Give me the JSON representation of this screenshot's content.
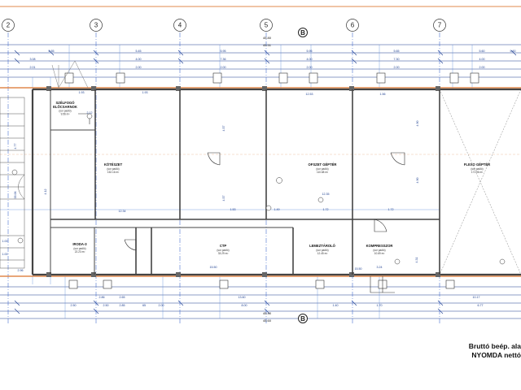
{
  "grid_axes": [
    "2",
    "3",
    "4",
    "5",
    "6",
    "7"
  ],
  "section_marks": [
    "B",
    "B"
  ],
  "rooms": [
    {
      "name": "SZÉLFOGÓ\nELŐCSARNOK",
      "area": "(sor padló)\n9.56 m²"
    },
    {
      "name": "KÖTÉSZET",
      "area": "(sor padló)\n152.16 m²"
    },
    {
      "name": "OFSZET GÉPTÉR",
      "area": "(sor padló)\n110.68 m²"
    },
    {
      "name": "FLEXO GÉPTÉR",
      "area": "(sor padló)\n171.96 m²"
    },
    {
      "name": "IRODA-3",
      "area": "(sor padló)\n22.23 m²"
    },
    {
      "name": "CTP",
      "area": "(sor padló)\n33.29 m²"
    },
    {
      "name": "LEMEZTÁROLÓ",
      "area": "(sor padló)\n12.45 m²"
    },
    {
      "name": "KOMPRESSZOR",
      "area": "(sor padló)\n10.69 m²"
    }
  ],
  "dims": {
    "top_overall": [
      "45.80",
      "45.51"
    ],
    "top_row1": [
      "5.65",
      "5.45",
      "5.95",
      "5.95",
      "5.65",
      "5.60",
      "5.60"
    ],
    "top_row2": [
      "3.08",
      "4.00",
      "7.36",
      "4.00",
      "7.30",
      "4.00"
    ],
    "top_row3": [
      "2.01",
      "2.00",
      "2.00",
      "2.00",
      "2.00",
      "2.00"
    ],
    "inner": [
      "1.93",
      "12.53",
      "1.93",
      "1.72",
      "1.72",
      "1.56",
      "1.53",
      "1.49",
      "12.34",
      "12.35",
      "4.12",
      "4.57",
      "4.57",
      "4.90",
      "4.90",
      "3.24",
      "4.31",
      "15.50",
      "15.50",
      "2.12",
      "2.96"
    ],
    "bottom_row1": [
      "2.86",
      "2.65",
      "13.60",
      "10.17"
    ],
    "bottom_row2": [
      "2.50",
      "2.50",
      "2.85",
      "65",
      "2.00",
      "8.00",
      "1.40",
      "1.70",
      "6.77"
    ],
    "bottom_overall": [
      "45.40",
      "45.60"
    ],
    "side": [
      "4.77",
      "35.06",
      "1.00",
      "1.00"
    ]
  },
  "footer": {
    "line1": "Bruttó beép. ala",
    "line2": "NYOMDA nettó"
  },
  "colors": {
    "grid_axis": "#4a6fd0",
    "wall": "#444444",
    "slab_edge": "#e0884d",
    "dim_line": "#1a3d8f"
  }
}
